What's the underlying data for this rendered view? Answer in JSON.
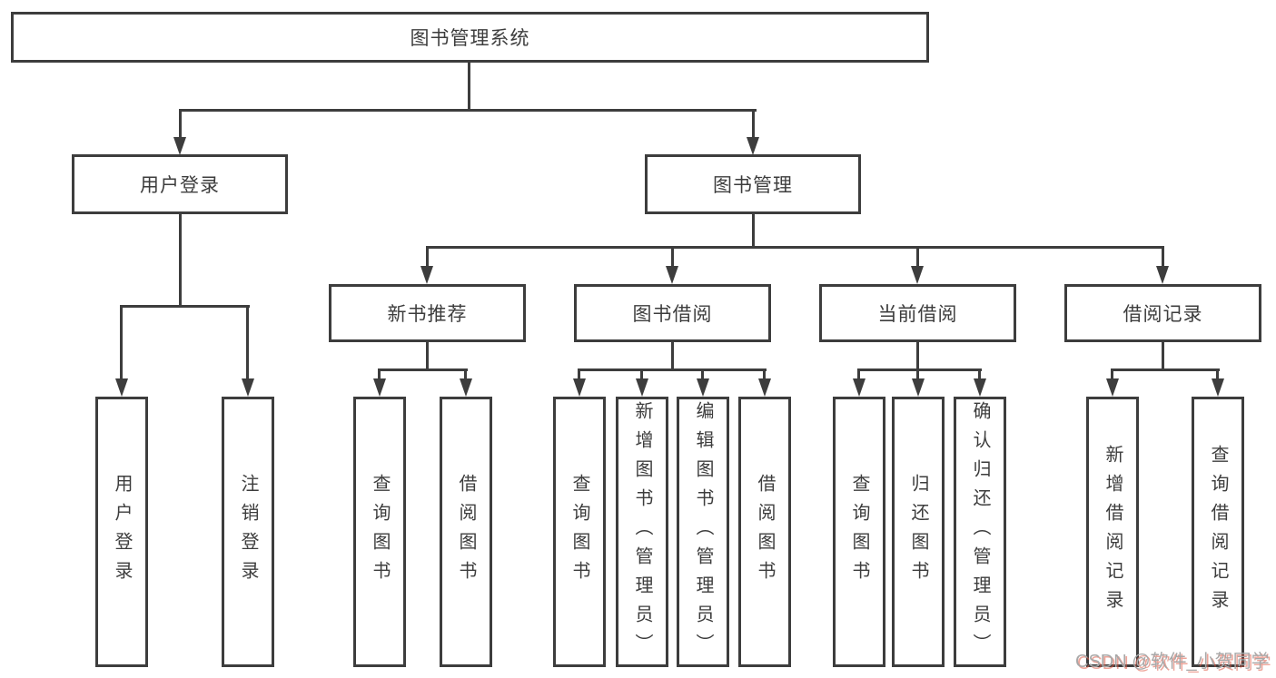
{
  "diagram": {
    "root": {
      "label": "图书管理系统"
    },
    "branches": [
      {
        "label": "用户登录"
      },
      {
        "label": "图书管理"
      }
    ],
    "modules": [
      {
        "label": "新书推荐"
      },
      {
        "label": "图书借阅"
      },
      {
        "label": "当前借阅"
      },
      {
        "label": "借阅记录"
      }
    ],
    "leaves": [
      {
        "label": "用户登录"
      },
      {
        "label": "注销登录"
      },
      {
        "label": "查询图书"
      },
      {
        "label": "借阅图书"
      },
      {
        "label": "查询图书"
      },
      {
        "label": "新增图书（管理员）"
      },
      {
        "label": "编辑图书（管理员）"
      },
      {
        "label": "借阅图书"
      },
      {
        "label": "查询图书"
      },
      {
        "label": "归还图书"
      },
      {
        "label": "确认归还（管理员）"
      },
      {
        "label": "新增借阅记录"
      },
      {
        "label": "查询借阅记录"
      }
    ]
  },
  "watermark": "CSDN @软件_小贺同学",
  "colors": {
    "line": "#3d3d3d",
    "text": "#3d3d3d",
    "watermark": "#a8a8a8",
    "watermark_shadow": "#de5a46",
    "background": "#ffffff"
  }
}
